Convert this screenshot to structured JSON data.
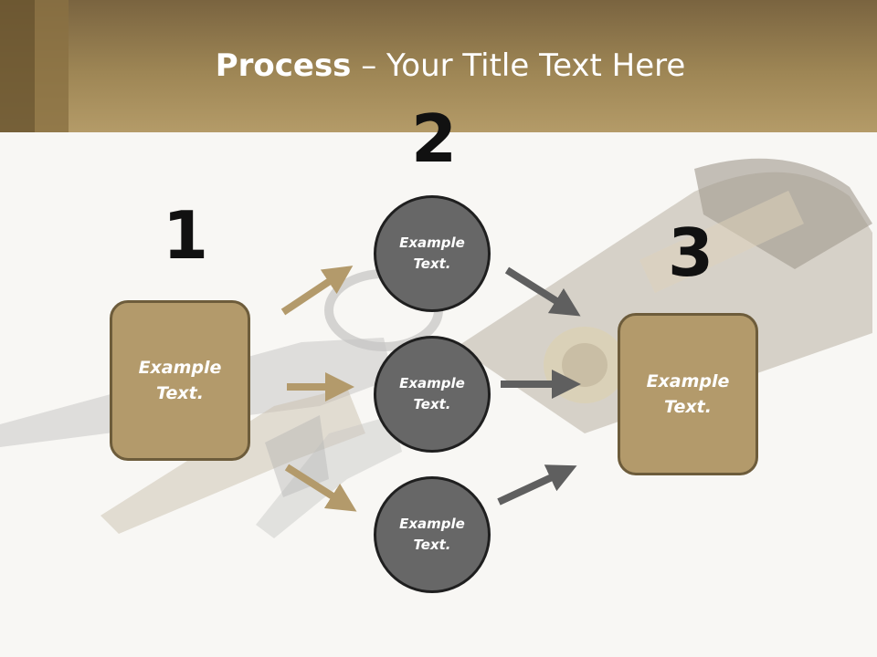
{
  "title": {
    "bold": "Process",
    "rest": " – Your Title Text Here"
  },
  "steps": {
    "one": {
      "number": "1",
      "text_line1": "Example",
      "text_line2": "Text."
    },
    "two": {
      "number": "2"
    },
    "three": {
      "number": "3",
      "text_line1": "Example",
      "text_line2": "Text."
    }
  },
  "circles": [
    {
      "text_line1": "Example",
      "text_line2": "Text."
    },
    {
      "text_line1": "Example",
      "text_line2": "Text."
    },
    {
      "text_line1": "Example",
      "text_line2": "Text."
    }
  ],
  "colors": {
    "tan_arrow": "#b39a6b",
    "gray_arrow": "#5f5f5f",
    "box_fill": "#b39a6b",
    "circle_fill": "#676767"
  },
  "icons": {
    "background": "keys-and-lock-cylinder-photo"
  }
}
